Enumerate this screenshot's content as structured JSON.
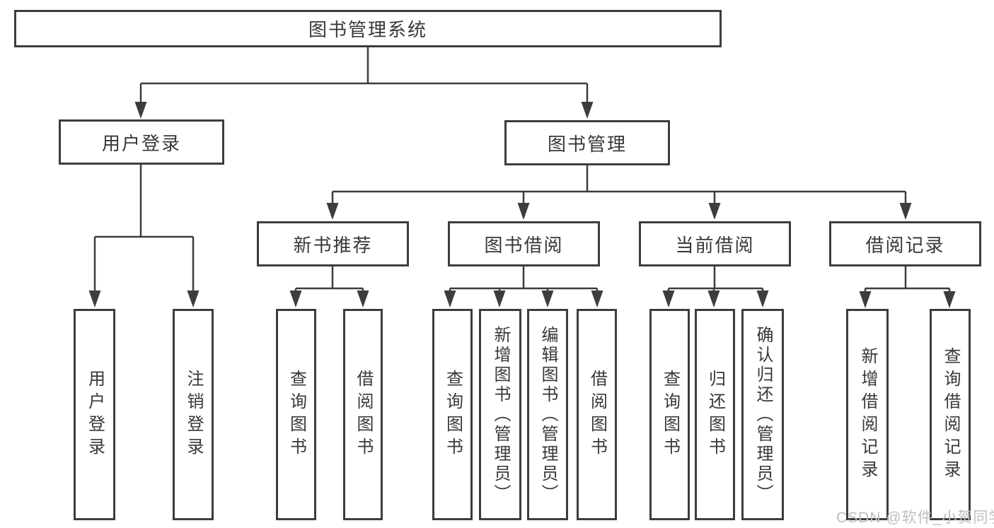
{
  "diagram": {
    "watermark": "CSDN @软件_小贺同学",
    "colors": {
      "line": "#3d3d3d",
      "text": "#383838",
      "background": "#ffffff",
      "watermark": "#c3bdbd"
    },
    "tree": {
      "label": "图书管理系统",
      "children": [
        {
          "label": "用户登录",
          "children": [
            {
              "label": "用户登录"
            },
            {
              "label": "注销登录"
            }
          ]
        },
        {
          "label": "图书管理",
          "children": [
            {
              "label": "新书推荐",
              "children": [
                {
                  "label": "查询图书"
                },
                {
                  "label": "借阅图书"
                }
              ]
            },
            {
              "label": "图书借阅",
              "children": [
                {
                  "label": "查询图书"
                },
                {
                  "label": "新增图书（管理员）"
                },
                {
                  "label": "编辑图书（管理员）"
                },
                {
                  "label": "借阅图书"
                }
              ]
            },
            {
              "label": "当前借阅",
              "children": [
                {
                  "label": "查询图书"
                },
                {
                  "label": "归还图书"
                },
                {
                  "label": "确认归还（管理员）"
                }
              ]
            },
            {
              "label": "借阅记录",
              "children": [
                {
                  "label": "新增借阅记录"
                },
                {
                  "label": "查询借阅记录"
                }
              ]
            }
          ]
        }
      ]
    }
  }
}
